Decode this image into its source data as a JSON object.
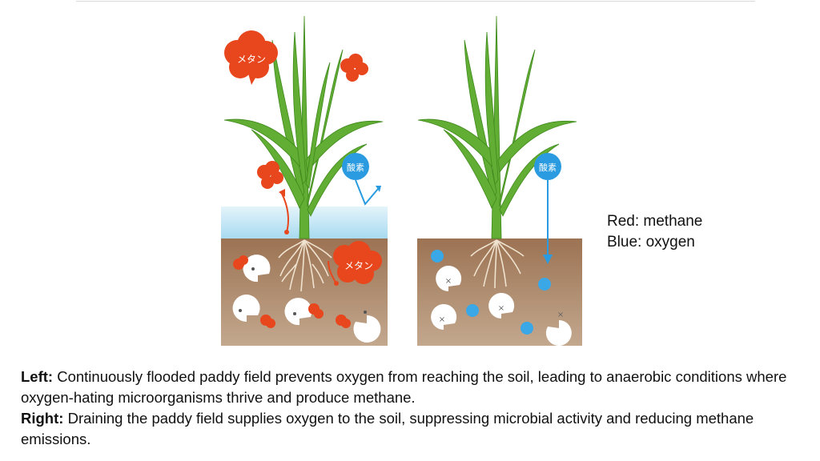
{
  "diagram": {
    "left_panel": {
      "methane_label": "メタン",
      "oxygen_label": "酸素"
    },
    "right_panel": {
      "oxygen_label": "酸素"
    }
  },
  "legend": {
    "line1": "Red: methane",
    "line2": "Blue: oxygen"
  },
  "caption": {
    "left_heading": "Left:",
    "left_text": " Continuously flooded paddy field prevents oxygen from reaching the soil, leading to anaerobic conditions where oxygen-hating microorganisms thrive and produce methane.",
    "right_heading": "Right:",
    "right_text": " Draining the paddy field supplies oxygen to the soil, suppressing microbial activity and reducing methane emissions."
  },
  "colors": {
    "methane": "#e8461c",
    "oxygen": "#2a9be0",
    "water": "#bfe3f3",
    "soil": "#a88465",
    "leaf": "#5ea92f"
  }
}
